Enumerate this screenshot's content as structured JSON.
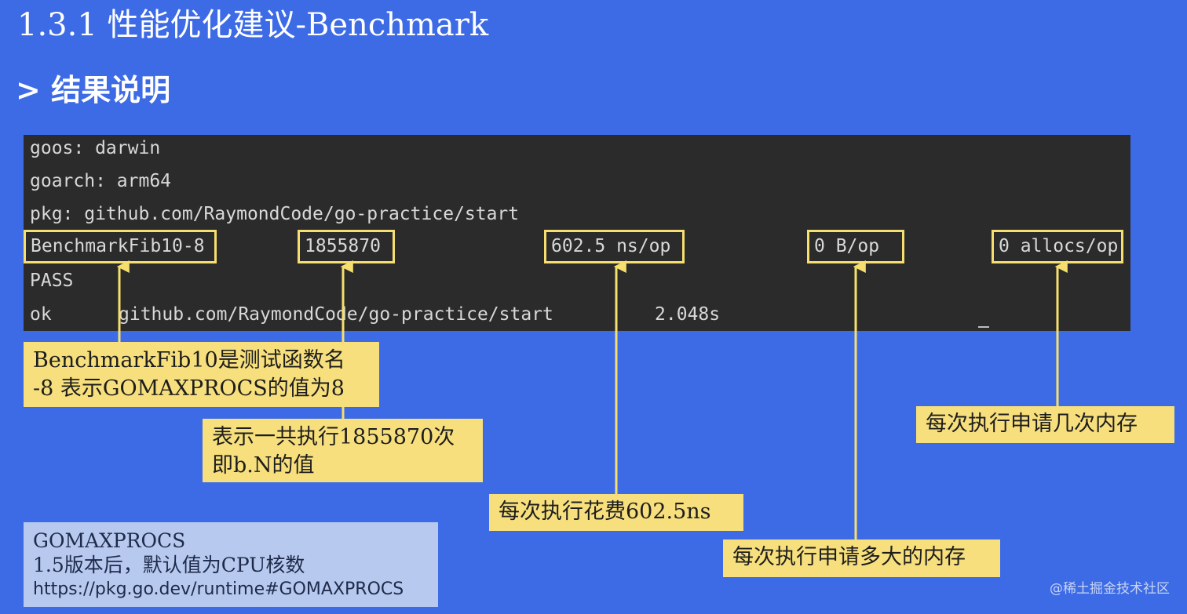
{
  "slide": {
    "title": "1.3.1 性能优化建议-Benchmark",
    "subtitle": "> 结果说明"
  },
  "terminal": {
    "lines": {
      "goos": "goos: darwin",
      "goarch": "goarch: arm64",
      "pkg": "pkg: github.com/RaymondCode/go-practice/start",
      "pass": "PASS"
    },
    "result_row": {
      "name": "BenchmarkFib10-8",
      "iterations": "1855870",
      "ns_per_op": "602.5 ns/op",
      "bytes_per_op": "0 B/op",
      "allocs_per_op": "0 allocs/op"
    },
    "ok_row": {
      "status": "ok",
      "package": "github.com/RaymondCode/go-practice/start",
      "duration": "2.048s"
    }
  },
  "notes": {
    "name_note": {
      "line1": "BenchmarkFib10是测试函数名",
      "line2": "-8 表示GOMAXPROCS的值为8"
    },
    "iterations_note": {
      "line1": "表示一共执行1855870次",
      "line2": "即b.N的值"
    },
    "ns_note": "每次执行花费602.5ns",
    "bytes_note": "每次执行申请多大的内存",
    "allocs_note": "每次执行申请几次内存"
  },
  "info_box": {
    "line1": "GOMAXPROCS",
    "line2": "1.5版本后，默认值为CPU核数",
    "line3": "https://pkg.go.dev/runtime#GOMAXPROCS"
  },
  "watermark": "@稀土掘金技术社区",
  "colors": {
    "background": "#3d6be6",
    "terminal": "#2b2b2b",
    "highlight": "#f6df6e",
    "note": "#f6df7c",
    "info": "#b7c9ee"
  }
}
